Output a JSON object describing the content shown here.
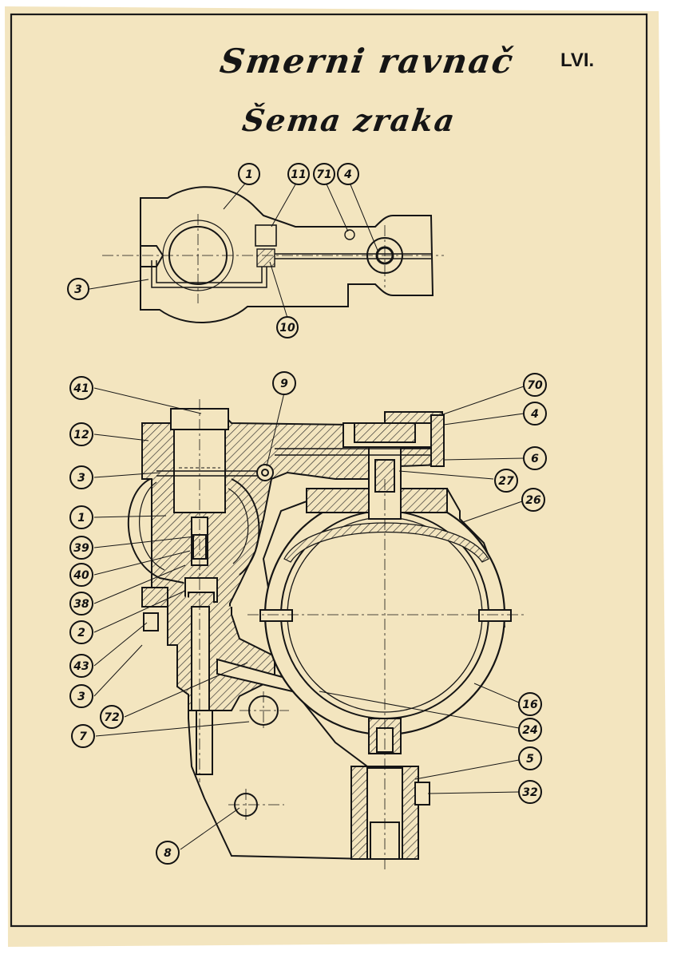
{
  "title_line1": "Smerni ravnač",
  "title_line2": "Šema zraka",
  "plate_number": "LVI.",
  "colors": {
    "paper": "#f3e5bf",
    "ink": "#151515",
    "hatch": "#2a2a2a"
  },
  "top_view_labels": [
    "1",
    "11",
    "71",
    "4",
    "3",
    "10"
  ],
  "section_view_labels": [
    "41",
    "12",
    "3",
    "1",
    "39",
    "40",
    "38",
    "2",
    "43",
    "3",
    "72",
    "7",
    "8",
    "9",
    "70",
    "4",
    "6",
    "27",
    "26",
    "16",
    "24",
    "5",
    "32"
  ]
}
